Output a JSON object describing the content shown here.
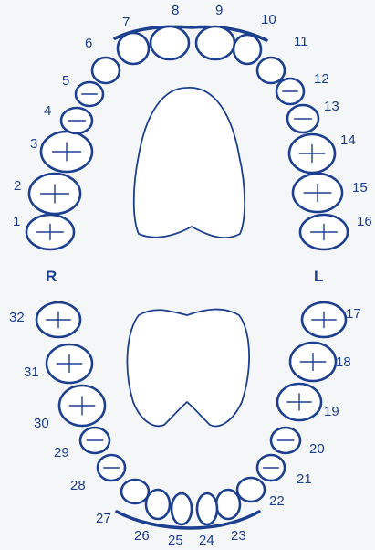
{
  "side_labels": {
    "right": "R",
    "left": "L"
  },
  "upper_teeth": [
    {
      "n": "1"
    },
    {
      "n": "2"
    },
    {
      "n": "3"
    },
    {
      "n": "4"
    },
    {
      "n": "5"
    },
    {
      "n": "6"
    },
    {
      "n": "7"
    },
    {
      "n": "8"
    },
    {
      "n": "9"
    },
    {
      "n": "10"
    },
    {
      "n": "11"
    },
    {
      "n": "12"
    },
    {
      "n": "13"
    },
    {
      "n": "14"
    },
    {
      "n": "15"
    },
    {
      "n": "16"
    }
  ],
  "lower_teeth": [
    {
      "n": "17"
    },
    {
      "n": "18"
    },
    {
      "n": "19"
    },
    {
      "n": "20"
    },
    {
      "n": "21"
    },
    {
      "n": "22"
    },
    {
      "n": "23"
    },
    {
      "n": "24"
    },
    {
      "n": "25"
    },
    {
      "n": "26"
    },
    {
      "n": "27"
    },
    {
      "n": "28"
    },
    {
      "n": "29"
    },
    {
      "n": "30"
    },
    {
      "n": "31"
    },
    {
      "n": "32"
    }
  ],
  "colors": {
    "ink": "#1d3f8f",
    "paper": "#f5f6f8"
  }
}
